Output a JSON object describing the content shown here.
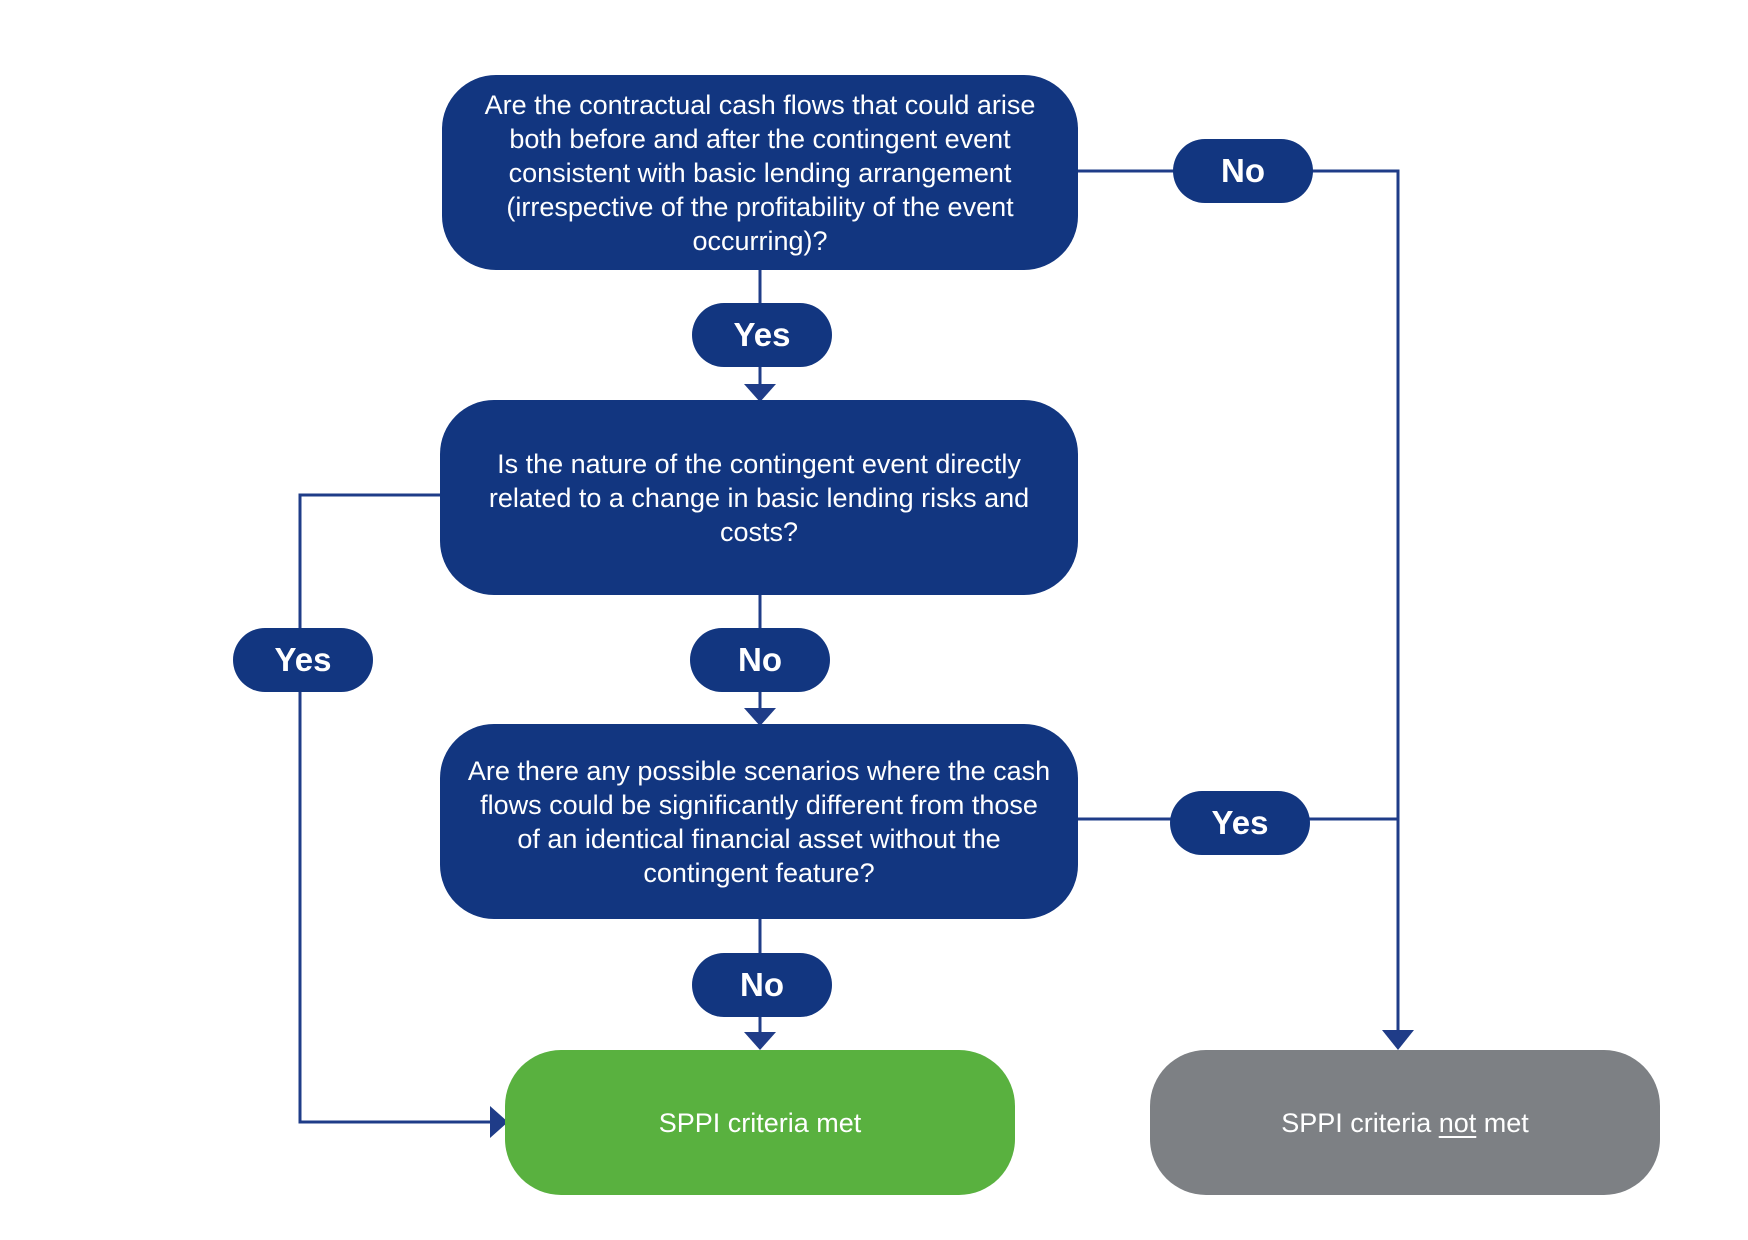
{
  "colors": {
    "decision_box": "#123680",
    "connector_line": "#1f3c88",
    "outcome_met": "#59b13f",
    "outcome_not_met": "#7d8084",
    "text": "#ffffff"
  },
  "questions": [
    {
      "id": "q1",
      "text": "Are the contractual cash flows that could arise both before and after the contingent event consistent with basic lending arrangement (irrespective of the profitability of the event occurring)?"
    },
    {
      "id": "q2",
      "text": "Is the nature of the contingent event directly related to a change in basic lending risks and costs?"
    },
    {
      "id": "q3",
      "text": "Are there any possible scenarios where the cash flows could be significantly different from those of an identical financial asset without the contingent feature?"
    }
  ],
  "answers": {
    "q1_no": "No",
    "q1_yes": "Yes",
    "q2_yes": "Yes",
    "q2_no": "No",
    "q3_yes": "Yes",
    "q3_no": "No"
  },
  "outcomes": {
    "met": "SPPI criteria met",
    "not_met_prefix": "SPPI criteria ",
    "not_met_emphasis": "not",
    "not_met_suffix": " met"
  },
  "flows": [
    {
      "from": "q1",
      "label": "Yes",
      "to": "q2"
    },
    {
      "from": "q1",
      "label": "No",
      "to": "not_met"
    },
    {
      "from": "q2",
      "label": "Yes",
      "to": "met"
    },
    {
      "from": "q2",
      "label": "No",
      "to": "q3"
    },
    {
      "from": "q3",
      "label": "Yes",
      "to": "not_met"
    },
    {
      "from": "q3",
      "label": "No",
      "to": "met"
    }
  ]
}
